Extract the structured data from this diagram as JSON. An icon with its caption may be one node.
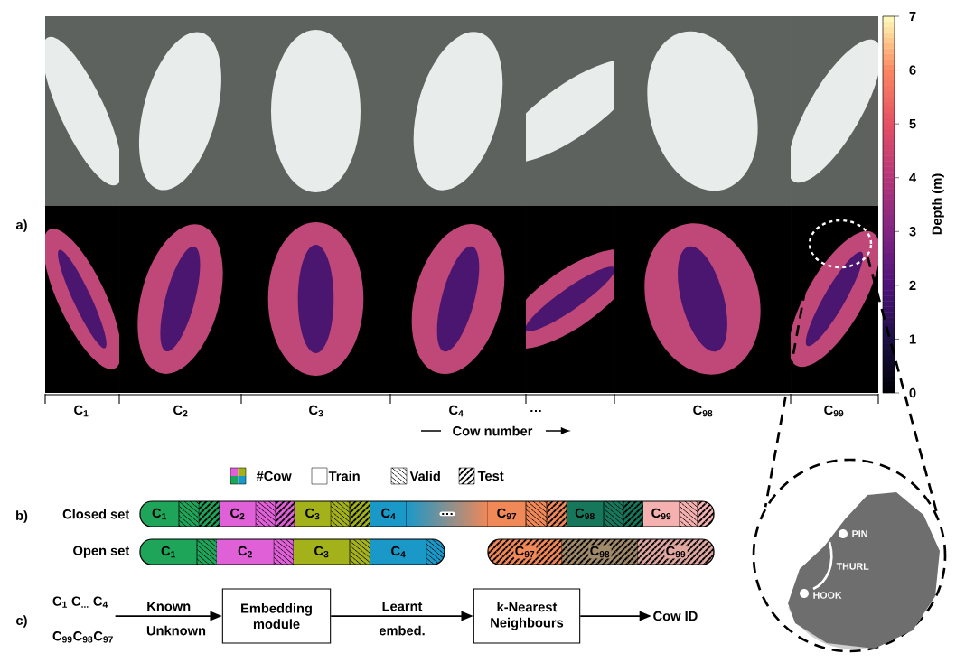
{
  "diagram": {
    "nodes": [
      {
        "text": [],
        "shape": "circle"
      },
      {
        "text": [
          "Closed set"
        ]
      },
      {
        "text": [
          "C$_{1}$"
        ],
        "in": 1
      },
      {
        "text": [
          "C$_{2}$"
        ],
        "in": 1
      },
      {
        "text": [
          "C$_{3}$"
        ],
        "in": 1
      },
      {
        "text": [
          "C$_{4}$"
        ],
        "in": 1
      },
      {
        "text": [
          "…"
        ],
        "in": 1
      },
      {
        "text": [
          "C$_{97}$"
        ],
        "in": 1
      },
      {
        "text": [
          "C$_{98}$"
        ],
        "in": 1
      },
      {
        "text": [
          "C$_{99}$"
        ],
        "in": 1
      },
      {
        "text": [
          "Open set"
        ]
      },
      {
        "text": [
          "C$_{1}$"
        ],
        "in": 10
      },
      {
        "text": [
          "C$_{2}$"
        ],
        "in": 10
      },
      {
        "text": [
          "C$_{3}$"
        ],
        "in": 10
      },
      {
        "text": [
          "C$_{4}$"
        ],
        "in": 10
      },
      {
        "text": [],
        "shape": "bar"
      },
      {
        "text": [
          "C$_{97}$"
        ],
        "in": 15
      },
      {
        "text": [
          "C$_{98}$"
        ],
        "in": 15
      },
      {
        "text": [
          "C$_{99}$"
        ],
        "in": 15
      },
      {
        "text": [
          "PIN",
          "THURL",
          "HOOK"
        ]
      },
      {
        "text": [
          "C$_{1}$ C$_{...}$ C$_{4}$",
          "C$_{99}$C$_{98}$C$_{97}$"
        ]
      },
      {
        "text": [
          "Embedding module"
        ]
      },
      {
        "text": [
          "k-Nearest Neighbours"
        ]
      },
      {
        "text": [
          "Cow ID"
        ]
      }
    ],
    "edges": [
      {
        "from": 0,
        "to": 19,
        "arrow": "none",
        "style": "dashed"
      },
      {
        "from": 0,
        "to": 19,
        "arrow": "none",
        "style": "dashed"
      },
      {
        "from": 20,
        "to": 21,
        "arrow": "to",
        "label": "Known"
      },
      {
        "from": 21,
        "to": 22,
        "arrow": "to",
        "label": "Learnt"
      },
      {
        "from": 22,
        "to": 23,
        "arrow": "to"
      }
    ],
    "labels": [
      "7",
      "6",
      "5",
      "4",
      "3",
      "2",
      "1",
      "0",
      "Depth (m)",
      "a)",
      "C$_{1}$",
      "C$_{2}$",
      "C$_{3}$",
      "C$_{4}$",
      "…",
      "C$_{98}$",
      "C$_{99}$",
      "Cow number",
      "b)",
      "c)",
      "Unknown",
      "embed."
    ],
    "legend": [
      {
        "text": "#Cow"
      },
      {
        "text": "Train"
      },
      {
        "text": "Valid"
      },
      {
        "text": "Test"
      }
    ]
  }
}
